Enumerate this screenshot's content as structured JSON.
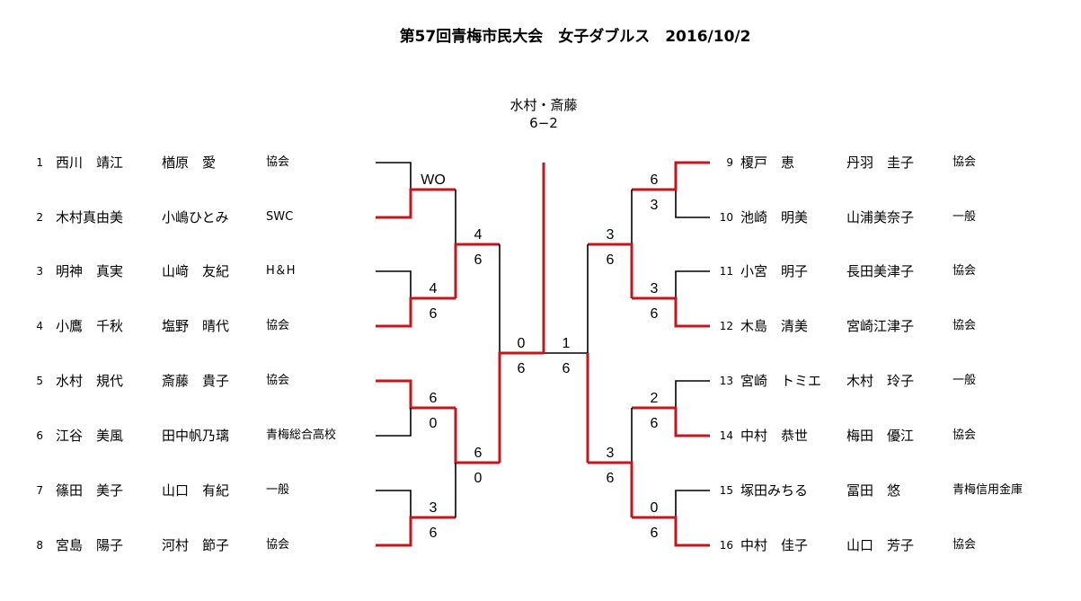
{
  "title": "第57回青梅市民大会　女子ダブルス　2016/10/2",
  "champion": {
    "names": "水村・斎藤",
    "score": "6−2"
  },
  "colors": {
    "winner_line": "#c4161c",
    "loser_line": "#000000"
  },
  "left_players": [
    {
      "seed": "1",
      "p1": "西川　靖江",
      "p2": "楢原　愛",
      "club": "協会"
    },
    {
      "seed": "2",
      "p1": "木村真由美",
      "p2": "小嶋ひとみ",
      "club": "SWC"
    },
    {
      "seed": "3",
      "p1": "明神　真実",
      "p2": "山﨑　友紀",
      "club": "H＆H"
    },
    {
      "seed": "4",
      "p1": "小鷹　千秋",
      "p2": "塩野　晴代",
      "club": "協会"
    },
    {
      "seed": "5",
      "p1": "水村　規代",
      "p2": "斎藤　貴子",
      "club": "協会"
    },
    {
      "seed": "6",
      "p1": "江谷　美風",
      "p2": "田中帆乃璃",
      "club": "青梅総合高校"
    },
    {
      "seed": "7",
      "p1": "篠田　美子",
      "p2": "山口　有紀",
      "club": "一般"
    },
    {
      "seed": "8",
      "p1": "宮島　陽子",
      "p2": "河村　節子",
      "club": "協会"
    }
  ],
  "right_players": [
    {
      "seed": "9",
      "p1": "榎戸　恵",
      "p2": "丹羽　圭子",
      "club": "協会"
    },
    {
      "seed": "10",
      "p1": "池崎　明美",
      "p2": "山浦美奈子",
      "club": "一般"
    },
    {
      "seed": "11",
      "p1": "小宮　明子",
      "p2": "長田美津子",
      "club": "協会"
    },
    {
      "seed": "12",
      "p1": "木島　清美",
      "p2": "宮崎江津子",
      "club": "協会"
    },
    {
      "seed": "13",
      "p1": "宮崎　トミエ",
      "p2": "木村　玲子",
      "club": "一般"
    },
    {
      "seed": "14",
      "p1": "中村　恭世",
      "p2": "梅田　優江",
      "club": "協会"
    },
    {
      "seed": "15",
      "p1": "塚田みちる",
      "p2": "冨田　悠",
      "club": "青梅信用金庫"
    },
    {
      "seed": "16",
      "p1": "中村　佳子",
      "p2": "山口　芳子",
      "club": "協会"
    }
  ],
  "scores": {
    "left_r1": [
      [
        "WO",
        ""
      ],
      [
        "4",
        "6"
      ],
      [
        "6",
        "0"
      ],
      [
        "3",
        "6"
      ]
    ],
    "left_r2": [
      [
        "4",
        "6"
      ],
      [
        "6",
        "0"
      ]
    ],
    "left_sf": [
      "0",
      "6"
    ],
    "right_sf": [
      "1",
      "6"
    ],
    "right_r2": [
      [
        "3",
        "6"
      ],
      [
        "3",
        "6"
      ]
    ],
    "right_r1": [
      [
        "6",
        "3"
      ],
      [
        "3",
        "6"
      ],
      [
        "2",
        "6"
      ],
      [
        "0",
        "6"
      ]
    ]
  }
}
